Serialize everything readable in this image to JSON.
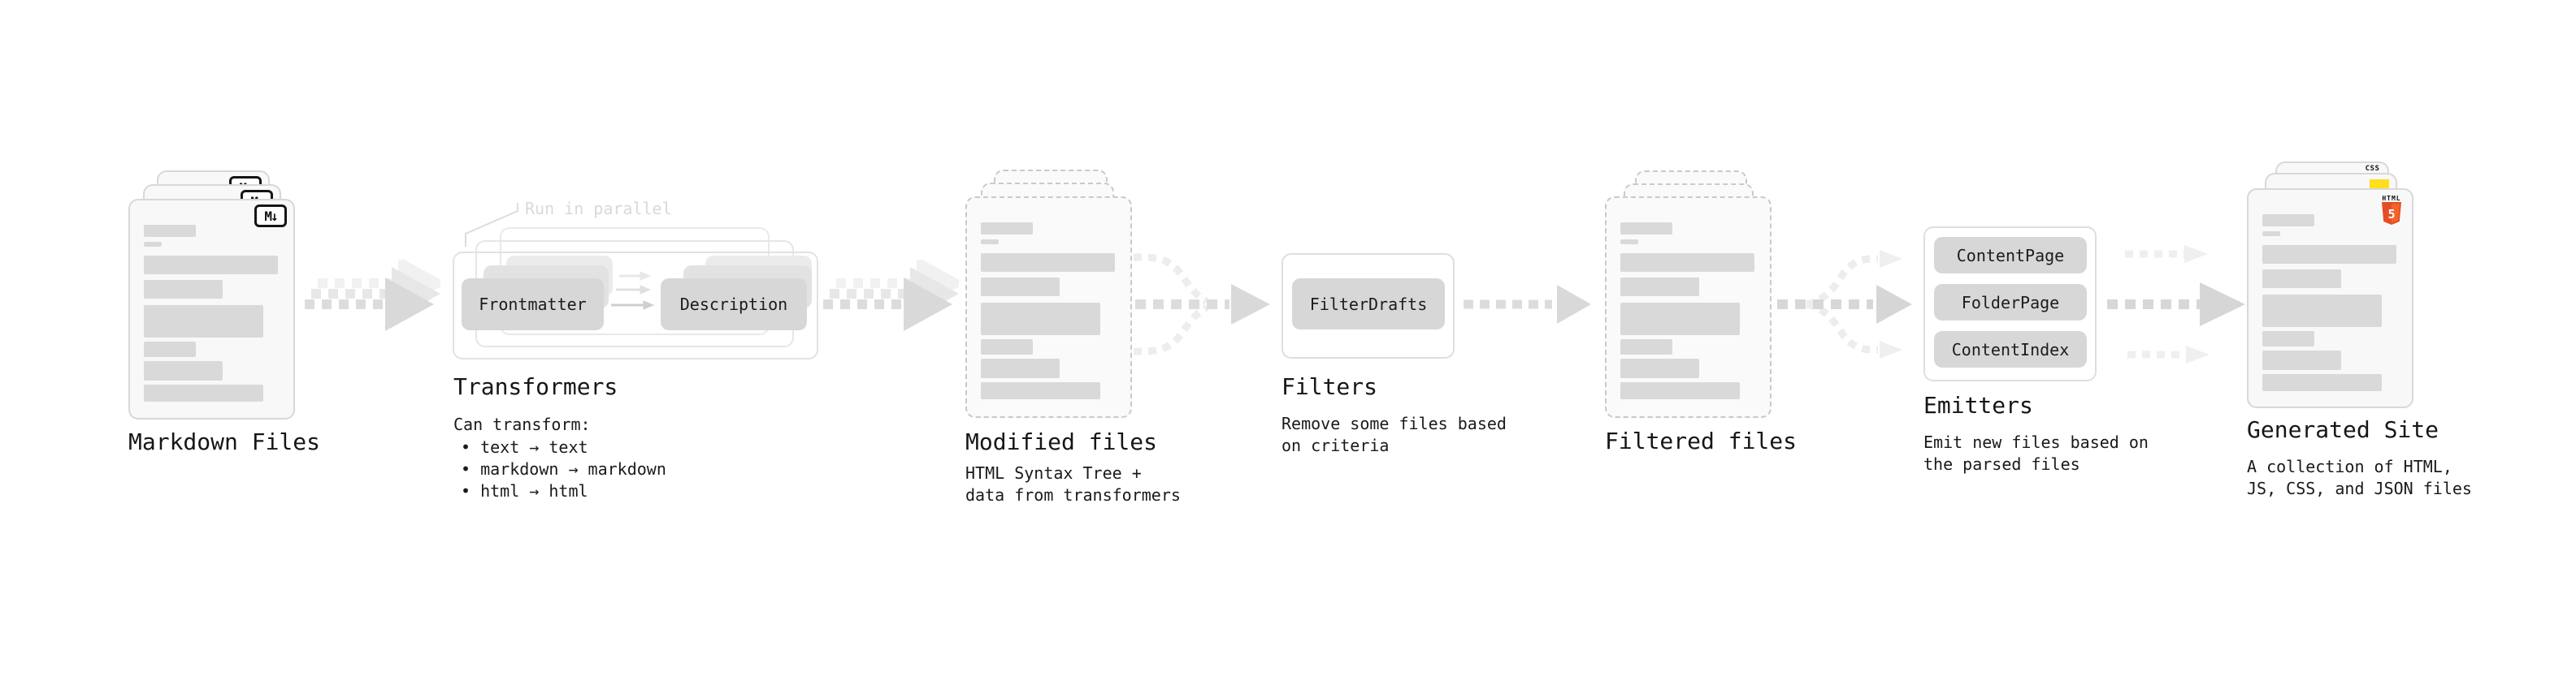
{
  "diagram": {
    "stage_markdown": {
      "title": "Markdown Files",
      "badge": "M↓"
    },
    "stage_transformers": {
      "title": "Transformers",
      "note": "Run in parallel",
      "pill_left": "Frontmatter",
      "pill_right": "Description",
      "desc_heading": "Can transform:",
      "bullets": [
        "• text → text",
        "• markdown → markdown",
        "• html → html"
      ]
    },
    "stage_modified": {
      "title": "Modified files",
      "desc_line1": "HTML Syntax Tree +",
      "desc_line2": "data from transformers"
    },
    "stage_filters": {
      "title": "Filters",
      "pill": "FilterDrafts",
      "desc_line1": "Remove some files based",
      "desc_line2": "on criteria"
    },
    "stage_filtered": {
      "title": "Filtered files"
    },
    "stage_emitters": {
      "title": "Emitters",
      "pills": [
        "ContentPage",
        "FolderPage",
        "ContentIndex"
      ],
      "desc_line1": "Emit new files based on",
      "desc_line2": "the parsed files"
    },
    "stage_generated": {
      "title": "Generated Site",
      "badge_css": "CSS",
      "badge_html_word": "HTML",
      "badge_html_number": "5",
      "desc_line1": "A collection of HTML,",
      "desc_line2": "JS, CSS, and JSON files"
    }
  },
  "colors": {
    "html5_orange": "#e44d26",
    "html5_orange_light": "#f16529",
    "css_blue": "#2d7ff0",
    "js_yellow": "#ffdf1e",
    "arrow_gray": "#dcdcdc",
    "arrow_ghost": "#ededed"
  }
}
